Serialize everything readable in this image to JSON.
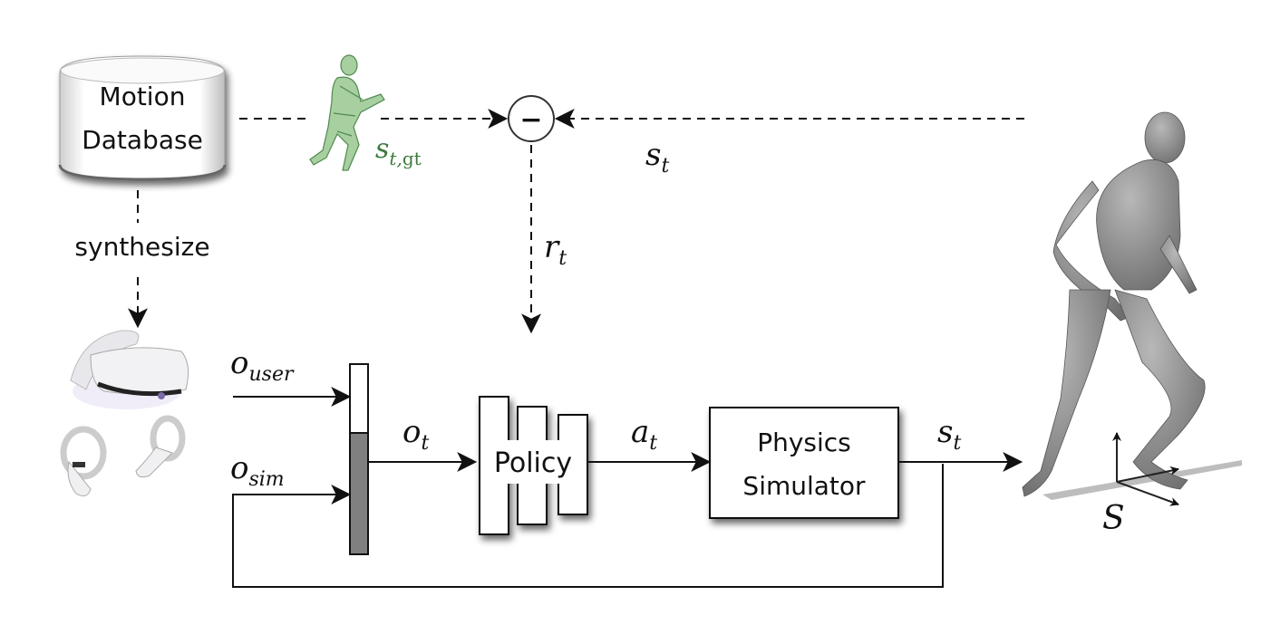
{
  "diagram": {
    "motion_database": {
      "line1": "Motion",
      "line2": "Database"
    },
    "synthesize_label": "synthesize",
    "ground_truth_state": {
      "main": "s",
      "sub_t": "t,",
      "sub_gt": "gt"
    },
    "subtract_node_symbol": "−",
    "feedback_state": {
      "main": "s",
      "sub": "t"
    },
    "reward": {
      "main": "r",
      "sub": "t"
    },
    "obs_user": {
      "main": "o",
      "sub": "user"
    },
    "obs_sim": {
      "main": "o",
      "sub": "sim"
    },
    "obs_combined": {
      "main": "o",
      "sub": "t"
    },
    "policy_label": "Policy",
    "action": {
      "main": "a",
      "sub": "t"
    },
    "simulator": {
      "line1": "Physics",
      "line2": "Simulator"
    },
    "output_state": {
      "main": "s",
      "sub": "t"
    },
    "frame_label": "S",
    "colors": {
      "line": "#111111",
      "ground_truth": "#3d7a3d",
      "obs_sim_fill": "#808080",
      "character": "#8a8a8a"
    }
  }
}
